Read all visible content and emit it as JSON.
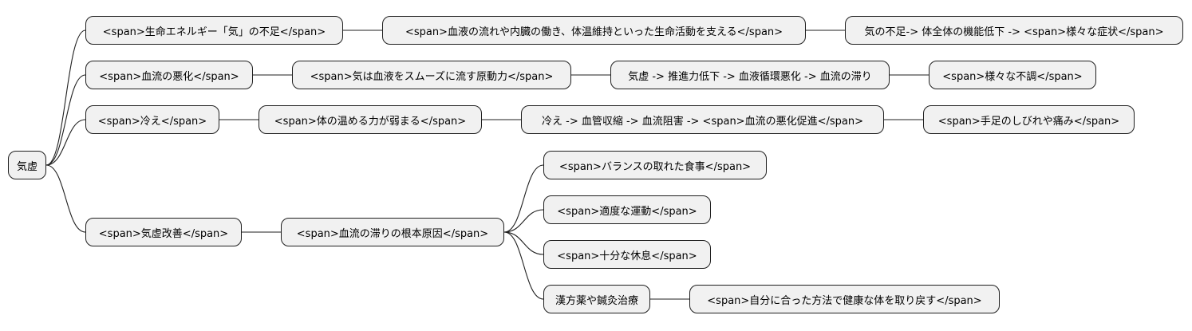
{
  "diagram": {
    "type": "mindmap",
    "root": "気虚",
    "nodes": {
      "root": "気虚",
      "b1": "<span>生命エネルギー「気」の不足</span>",
      "b1a": "<span>血液の流れや内臓の働き、体温維持といった生命活動を支える</span>",
      "b1b": "気の不足-> 体全体の機能低下 -> <span>様々な症状</span>",
      "b2": "<span>血流の悪化</span>",
      "b2a": "<span>気は血液をスムーズに流す原動力</span>",
      "b2b": "気虚 -> 推進力低下 -> 血液循環悪化 -> 血流の滞り",
      "b2c": "<span>様々な不調</span>",
      "b3": "<span>冷え</span>",
      "b3a": "<span>体の温める力が弱まる</span>",
      "b3b": "冷え -> 血管収縮 -> 血流阻害 -> <span>血流の悪化促進</span>",
      "b3c": "<span>手足のしびれや痛み</span>",
      "b4": "<span>気虚改善</span>",
      "b4a": "<span>血流の滞りの根本原因</span>",
      "b4a1": "<span>バランスの取れた食事</span>",
      "b4a2": "<span>適度な運動</span>",
      "b4a3": "<span>十分な休息</span>",
      "b4a4": "漢方薬や鍼灸治療",
      "b4a4a": "<span>自分に合った方法で健康な体を取り戻す</span>"
    },
    "edges": [
      [
        "root",
        "b1"
      ],
      [
        "b1",
        "b1a"
      ],
      [
        "b1a",
        "b1b"
      ],
      [
        "root",
        "b2"
      ],
      [
        "b2",
        "b2a"
      ],
      [
        "b2a",
        "b2b"
      ],
      [
        "b2b",
        "b2c"
      ],
      [
        "root",
        "b3"
      ],
      [
        "b3",
        "b3a"
      ],
      [
        "b3a",
        "b3b"
      ],
      [
        "b3b",
        "b3c"
      ],
      [
        "root",
        "b4"
      ],
      [
        "b4",
        "b4a"
      ],
      [
        "b4a",
        "b4a1"
      ],
      [
        "b4a",
        "b4a2"
      ],
      [
        "b4a",
        "b4a3"
      ],
      [
        "b4a",
        "b4a4"
      ],
      [
        "b4a4",
        "b4a4a"
      ]
    ]
  }
}
